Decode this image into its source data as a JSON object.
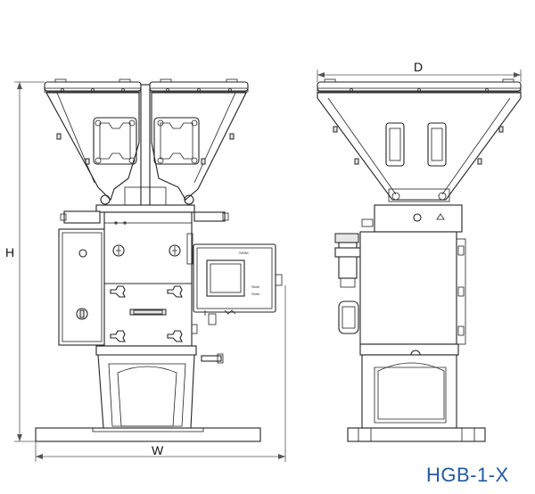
{
  "dimensions": {
    "height_label": "H",
    "width_label": "W",
    "depth_label": "D"
  },
  "model": "HGB-1-X",
  "panel": {
    "brand": "SHINI",
    "small_left": "Shini",
    "small_right": "Shini"
  },
  "colors": {
    "line": "#222222",
    "model_text": "#1f5aa6"
  },
  "icons": [
    "emergency-stop-icon",
    "keyhole-icon",
    "fan-icon"
  ]
}
